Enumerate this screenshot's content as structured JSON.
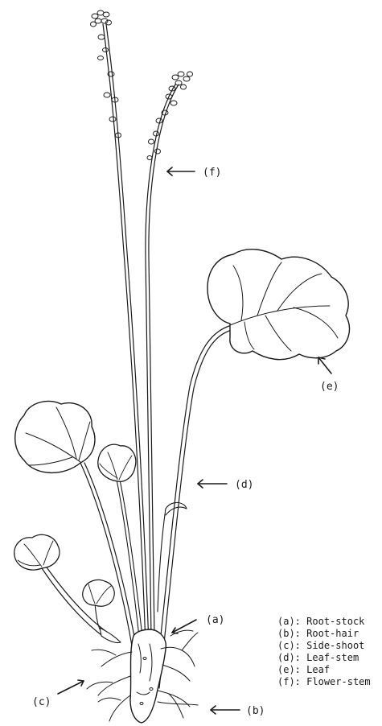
{
  "callouts": [
    {
      "id": "f",
      "text": "(f)"
    },
    {
      "id": "e",
      "text": "(e)"
    },
    {
      "id": "d",
      "text": "(d)"
    },
    {
      "id": "a",
      "text": "(a)"
    },
    {
      "id": "c",
      "text": "(c)"
    },
    {
      "id": "b",
      "text": "(b)"
    }
  ],
  "legend": [
    {
      "key": "(a):",
      "label": "Root-stock"
    },
    {
      "key": "(b):",
      "label": "Root-hair"
    },
    {
      "key": "(c):",
      "label": "Side-shoot"
    },
    {
      "key": "(d):",
      "label": "Leaf-stem"
    },
    {
      "key": "(e):",
      "label": "Leaf"
    },
    {
      "key": "(f):",
      "label": "Flower-stem"
    }
  ],
  "colors": {
    "ink": "#1a1a1a",
    "paper": "#ffffff"
  }
}
